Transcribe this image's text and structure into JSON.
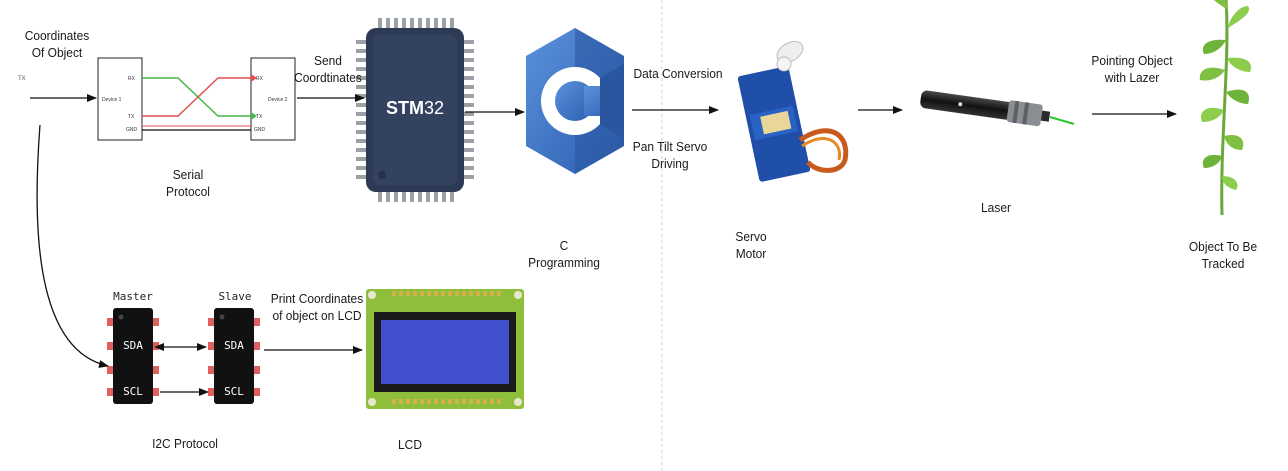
{
  "diagram": {
    "labels": {
      "coordinates": "Coordinates\nOf Object",
      "serial": "Serial\nProtocol",
      "send": "Send\nCoordtinates",
      "data_conversion": "Data Conversion",
      "pan_tilt": "Pan Tilt Servo\nDriving",
      "c_programming": "C\nProgramming",
      "servo": "Servo\nMotor",
      "laser": "Laser",
      "pointing": "Pointing Object\nwith Lazer",
      "tracked": "Object To Be\nTracked",
      "i2c": "I2C Protocol",
      "print": "Print Coordinates\nof object on LCD",
      "lcd": "LCD"
    },
    "serial_diagram": {
      "device1": "Device 1",
      "device2": "Device 2",
      "rx": "RX",
      "tx": "TX",
      "gnd": "GND",
      "tx_in": "TX"
    },
    "chip": {
      "brand_bold": "STM",
      "brand_num": "32"
    },
    "c_logo": "C",
    "i2c_parts": {
      "master": "Master",
      "slave": "Slave",
      "sda": "SDA",
      "scl": "SCL"
    },
    "colors": {
      "stm_blue": "#2c3a55",
      "c_blue": "#3d74c4",
      "lcd_blue": "#3a47c8",
      "pcb_green": "#8fbf3a",
      "laser_green": "#2cc52c",
      "plant_green": "#7fc043"
    }
  }
}
